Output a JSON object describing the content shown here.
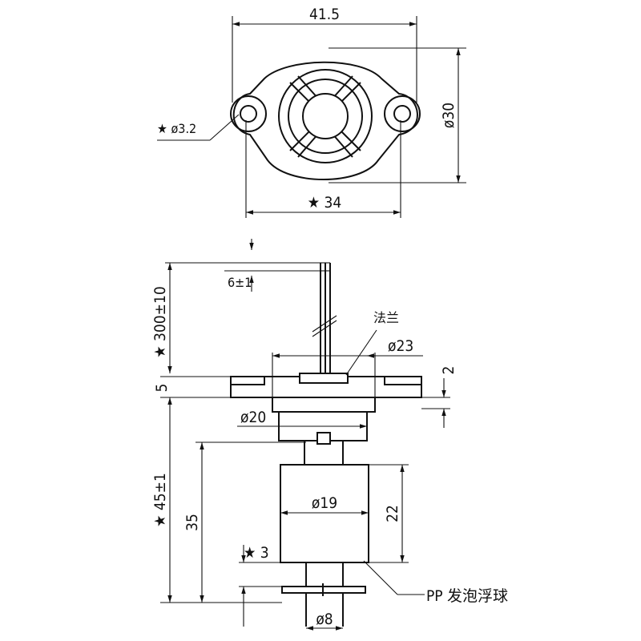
{
  "top_view": {
    "width_label": "41.5",
    "hole_label": "★ ø3.2",
    "pitch_label": "★ 34",
    "diameter_label": "ø30"
  },
  "side_view": {
    "lead_strip_label": "6±1",
    "lead_length_label": "★ 300±10",
    "flange_label": "法兰",
    "flange_dia_label": "ø23",
    "flange_thk_label": "2",
    "gap_label": "5",
    "body_dia_label": "ø20",
    "float_dia_label": "ø19",
    "float_height_label": "22",
    "stroke_label": "35",
    "total_length_label": "★ 45±1",
    "stop_label": "★ 3",
    "stem_dia_label": "ø8",
    "float_material_label": "PP 发泡浮球"
  }
}
